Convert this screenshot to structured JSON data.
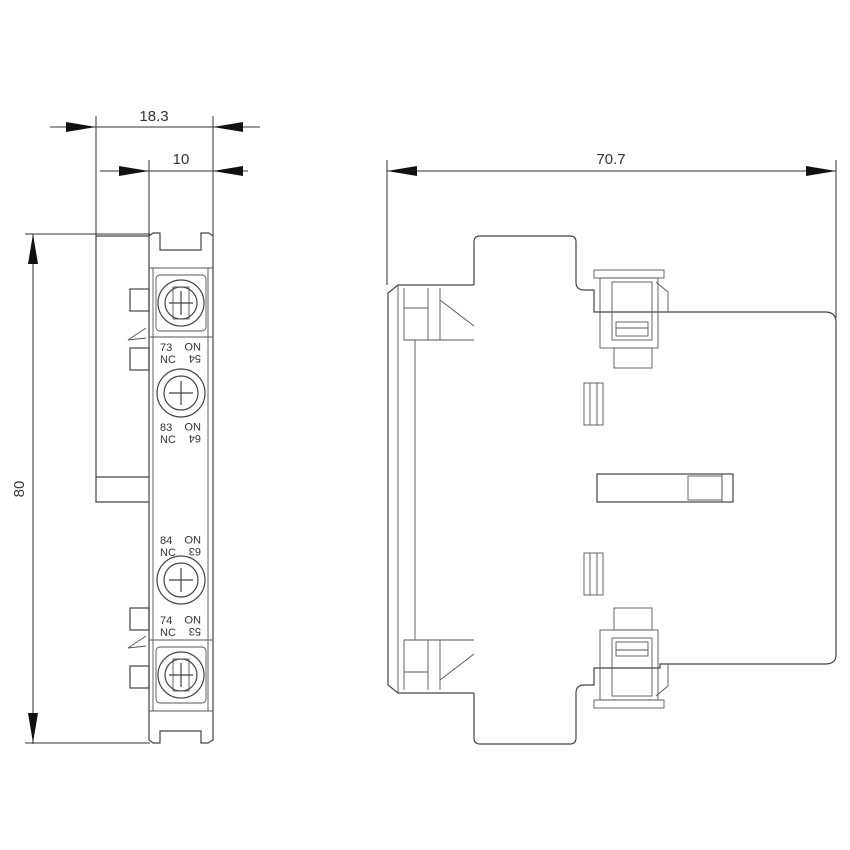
{
  "dimensions": {
    "width_overall": "18.3",
    "width_inner": "10",
    "height": "80",
    "depth": "70.7"
  },
  "terminals": {
    "t73": "73",
    "t54": "54",
    "t83": "83",
    "t64": "64",
    "t84": "84",
    "t63": "63",
    "t74": "74",
    "t53": "53",
    "nc": "NC",
    "no": "NO"
  }
}
